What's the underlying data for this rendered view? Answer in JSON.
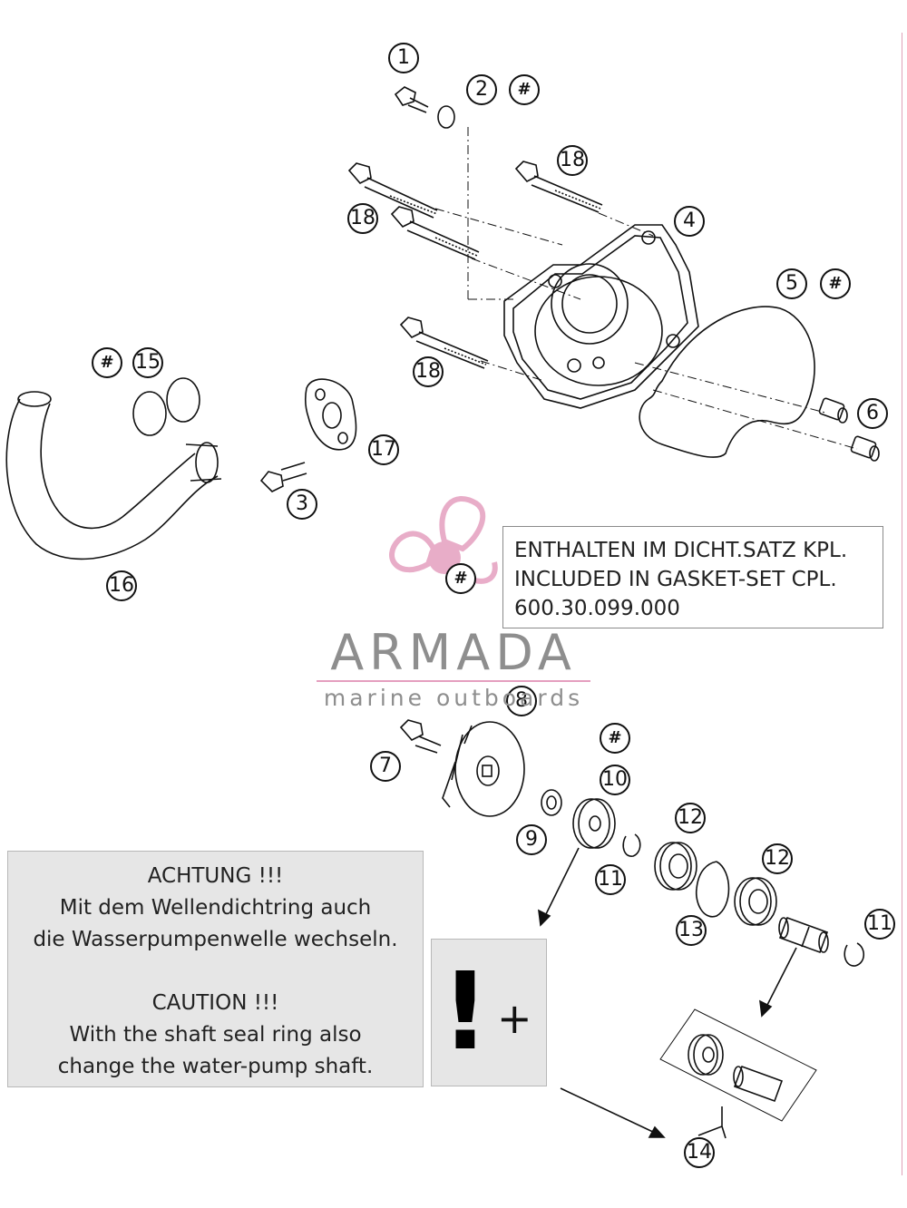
{
  "callouts": {
    "c1": "1",
    "c2": "2",
    "c3": "3",
    "c4": "4",
    "c5": "5",
    "c6": "6",
    "c7": "7",
    "c8": "8",
    "c9": "9",
    "c10": "10",
    "c11a": "11",
    "c11b": "11",
    "c12a": "12",
    "c12b": "12",
    "c13": "13",
    "c14": "14",
    "c15": "15",
    "c16": "16",
    "c17": "17",
    "c18a": "18",
    "c18b": "18",
    "c18c": "18",
    "hash": "#"
  },
  "gasket_note": {
    "line1": "ENTHALTEN IM DICHT.SATZ KPL.",
    "line2": "INCLUDED IN GASKET-SET CPL.",
    "line3": "600.30.099.000"
  },
  "caution": {
    "de_title": "ACHTUNG !!!",
    "de_line1": "Mit dem Wellendichtring auch",
    "de_line2": "die Wasserpumpenwelle wechseln.",
    "en_title": "CAUTION !!!",
    "en_line1": "With the shaft seal ring also",
    "en_line2": "change the water-pump shaft."
  },
  "shaft_box": {
    "exclamation": "!",
    "plus": "+"
  },
  "watermark": {
    "brand": "ARMADA",
    "tagline": "marine outboards"
  },
  "colors": {
    "line": "#111111",
    "box_fill": "#e6e6e6",
    "watermark_pink": "#e59fbf",
    "watermark_gray": "#8e8e8e"
  }
}
